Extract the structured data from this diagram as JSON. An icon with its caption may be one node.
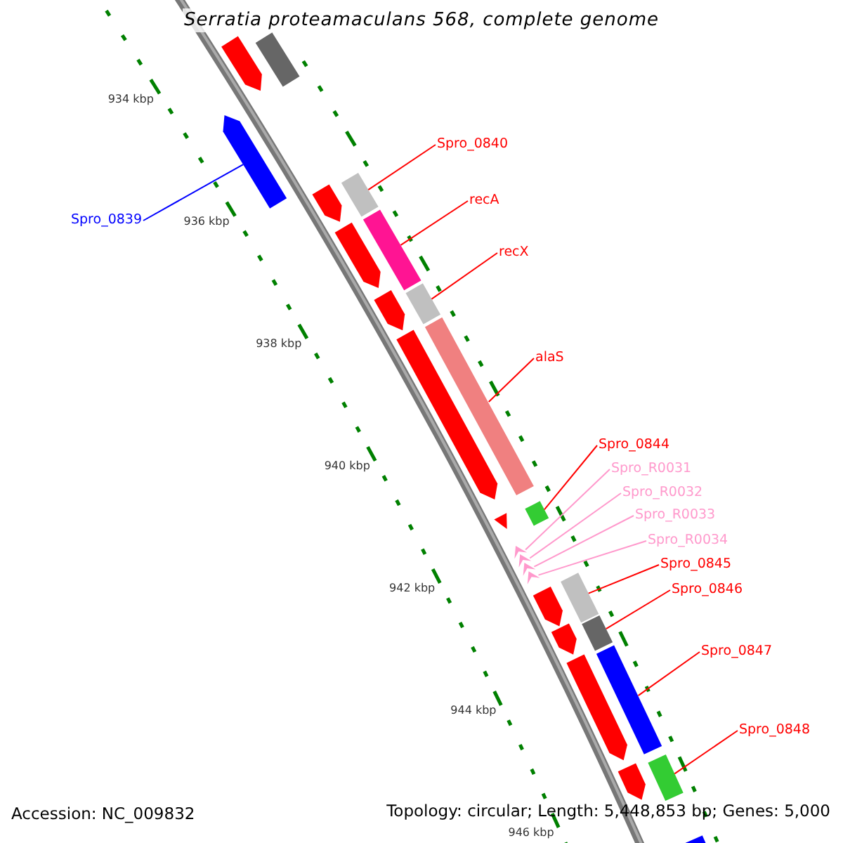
{
  "diagram": {
    "title": "Serratia proteamaculans 568, complete genome",
    "nodes": [
      {
        "text": [
          "Spro_0839"
        ]
      },
      {
        "text": [],
        "shape": "bar"
      },
      {
        "text": [
          "Spro_0840"
        ]
      },
      {
        "text": [],
        "shape": "bar"
      },
      {
        "text": [
          "recA"
        ]
      },
      {
        "text": [],
        "shape": "bar"
      },
      {
        "text": [
          "recX"
        ]
      },
      {
        "text": [],
        "shape": "bar"
      },
      {
        "text": [
          "alaS"
        ]
      },
      {
        "text": [],
        "shape": "bar"
      },
      {
        "text": [
          "Spro_0844"
        ]
      },
      {
        "text": [],
        "shape": "bar"
      },
      {
        "text": [
          "Spro_R0031"
        ]
      },
      {
        "text": [],
        "shape": "triangle"
      },
      {
        "text": [
          "Spro_R0032"
        ]
      },
      {
        "text": [],
        "shape": "triangle"
      },
      {
        "text": [
          "Spro_R0033"
        ]
      },
      {
        "text": [],
        "shape": "triangle"
      },
      {
        "text": [
          "Spro_R0034"
        ]
      },
      {
        "text": [],
        "shape": "triangle"
      },
      {
        "text": [
          "Spro_0845"
        ]
      },
      {
        "text": [],
        "shape": "bar"
      },
      {
        "text": [
          "Spro_0846"
        ]
      },
      {
        "text": [],
        "shape": "bar"
      },
      {
        "text": [
          "Spro_0847"
        ]
      },
      {
        "text": [],
        "shape": "bar"
      },
      {
        "text": [
          "Spro_0848"
        ]
      },
      {
        "text": [],
        "shape": "bar"
      },
      {
        "text": [],
        "shape": "bar"
      },
      {
        "text": [],
        "shape": "bar"
      },
      {
        "text": [],
        "shape": "bar"
      },
      {
        "text": [],
        "shape": "bar"
      },
      {
        "text": [],
        "shape": "bar"
      },
      {
        "text": [],
        "shape": "bar"
      },
      {
        "text": [],
        "shape": "triangle"
      },
      {
        "text": [],
        "shape": "bar"
      },
      {
        "text": [],
        "shape": "bar"
      },
      {
        "text": [],
        "shape": "bar"
      },
      {
        "text": [],
        "shape": "bar"
      },
      {
        "text": [],
        "shape": "bar"
      }
    ],
    "edges": [
      {
        "from": 0,
        "to": 1,
        "arrow": "none",
        "color": "#0000ff"
      },
      {
        "from": 2,
        "to": 3,
        "arrow": "none"
      },
      {
        "from": 4,
        "to": 5,
        "arrow": "none"
      },
      {
        "from": 6,
        "to": 7,
        "arrow": "none"
      },
      {
        "from": 8,
        "to": 9,
        "arrow": "none"
      },
      {
        "from": 10,
        "to": 11,
        "arrow": "none"
      },
      {
        "from": 12,
        "to": 13,
        "arrow": "none",
        "color": "#ff99cc"
      },
      {
        "from": 14,
        "to": 15,
        "arrow": "none",
        "color": "#ff99cc"
      },
      {
        "from": 16,
        "to": 17,
        "arrow": "none",
        "color": "#ff99cc"
      },
      {
        "from": 18,
        "to": 19,
        "arrow": "none",
        "color": "#ff99cc"
      },
      {
        "from": 20,
        "to": 21,
        "arrow": "none"
      },
      {
        "from": 22,
        "to": 23,
        "arrow": "none"
      },
      {
        "from": 24,
        "to": 25,
        "arrow": "none"
      },
      {
        "from": 26,
        "to": 27,
        "arrow": "none"
      }
    ],
    "labels": [
      "934 kbp",
      "936 kbp",
      "938 kbp",
      "940 kbp",
      "942 kbp",
      "944 kbp",
      "946 kbp",
      "Accession: NC_009832",
      "Topology: circular; Length: 5,448,853 bp; Genes: 5,000"
    ]
  }
}
